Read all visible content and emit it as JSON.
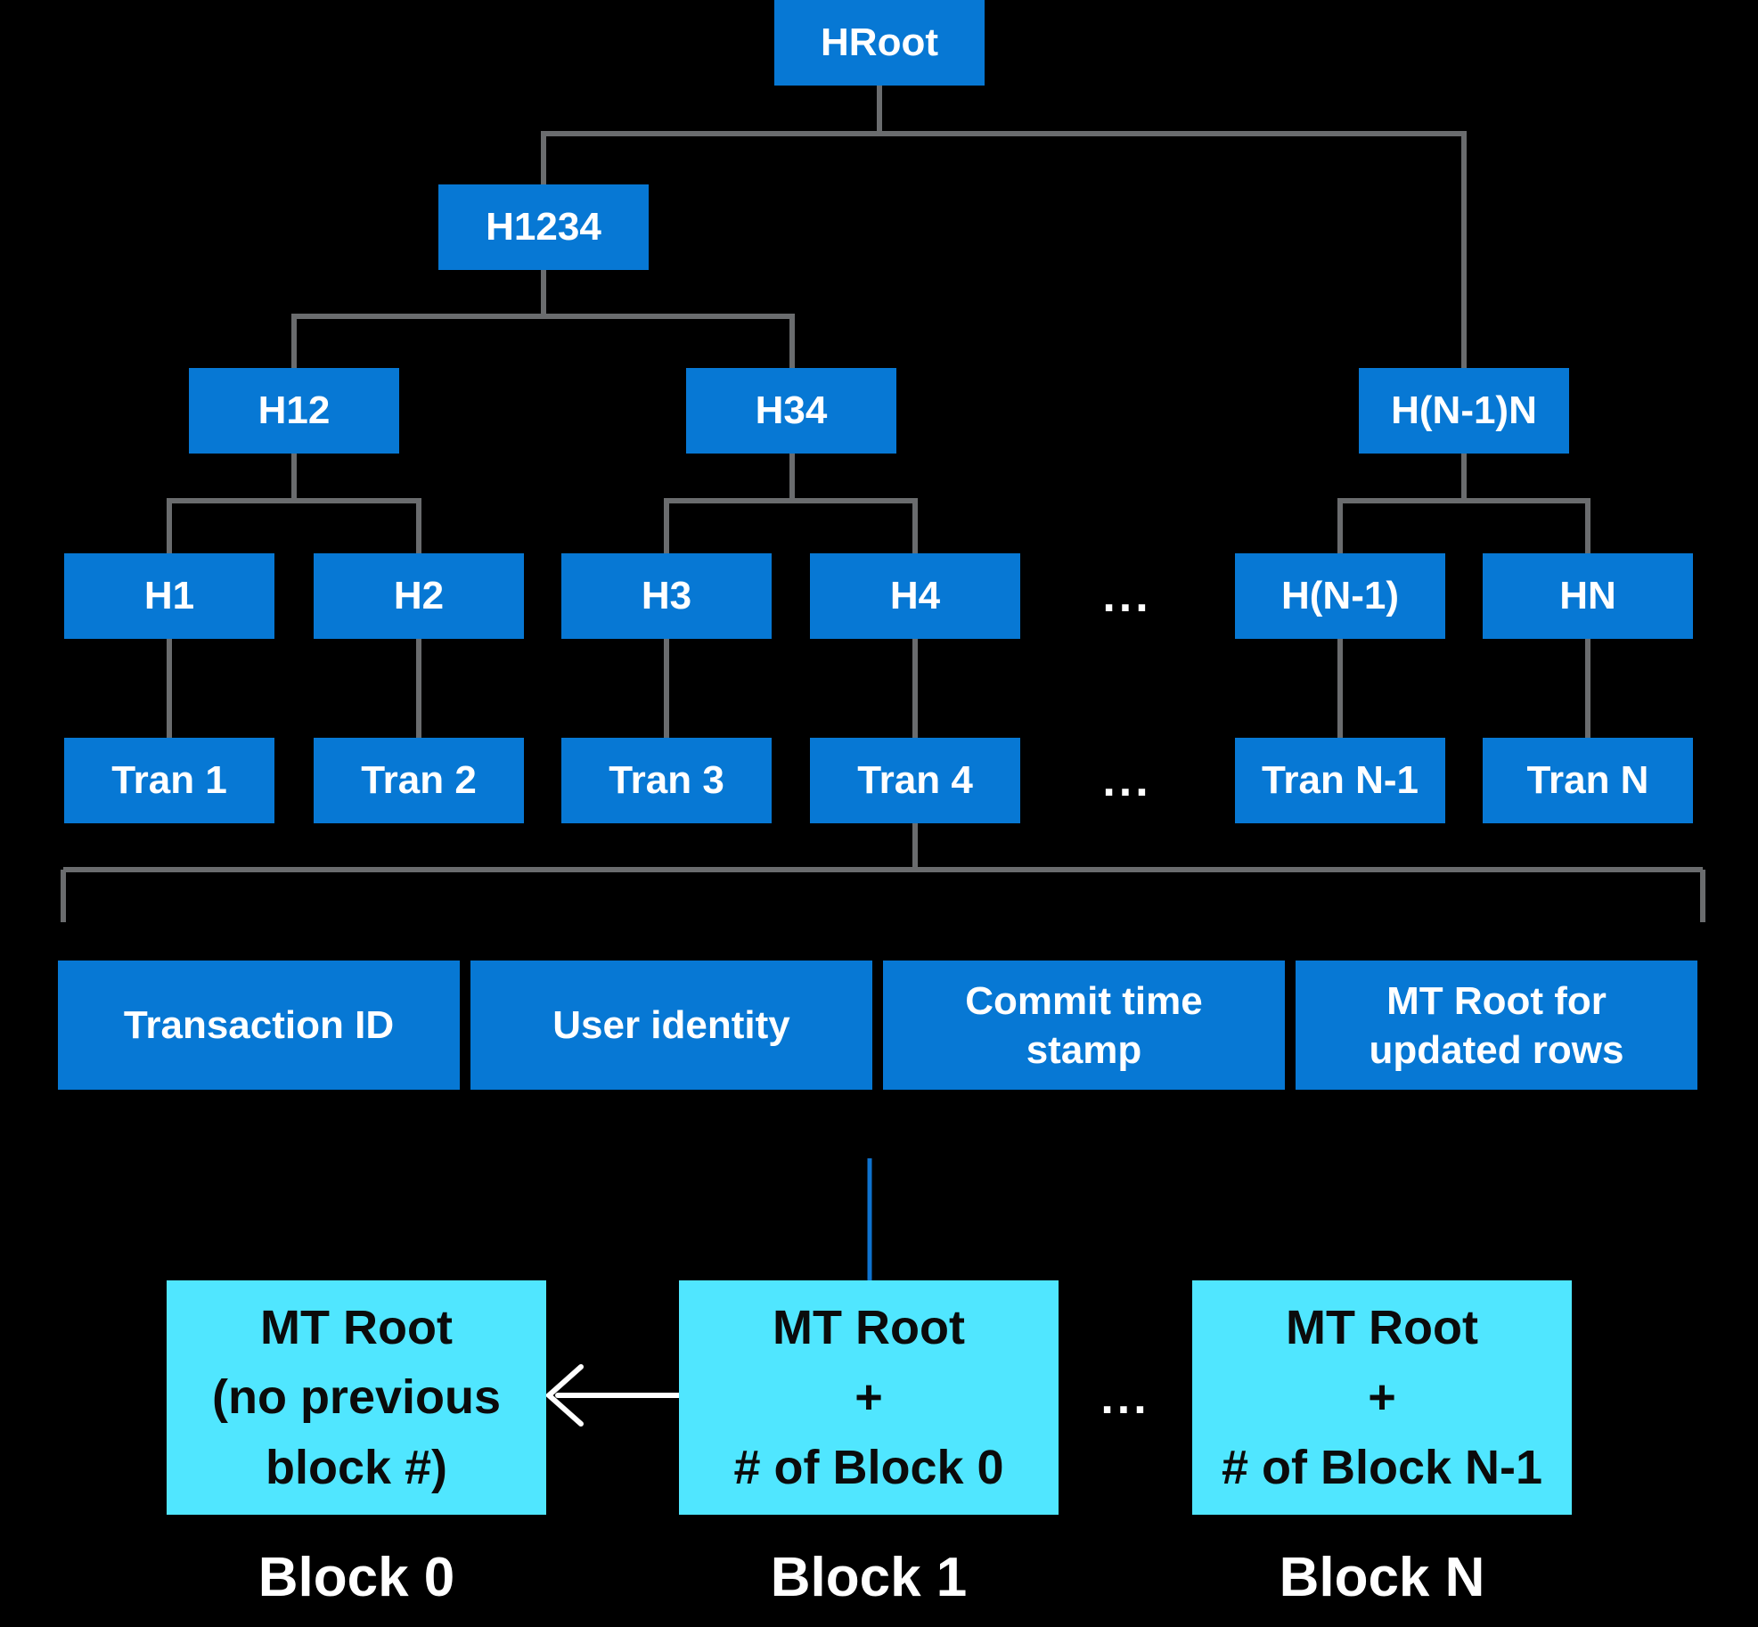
{
  "tree": {
    "root": "HRoot",
    "level2": [
      "H1234"
    ],
    "level3": [
      "H12",
      "H34",
      "H(N-1)N"
    ],
    "level4": [
      "H1",
      "H2",
      "H3",
      "H4",
      "H(N-1)",
      "HN"
    ],
    "transactions": [
      "Tran 1",
      "Tran 2",
      "Tran 3",
      "Tran 4",
      "Tran N-1",
      "Tran N"
    ],
    "ellipsis": "..."
  },
  "transaction_detail": {
    "fields": [
      {
        "lines": [
          "Transaction ID"
        ]
      },
      {
        "lines": [
          "User identity"
        ]
      },
      {
        "lines": [
          "Commit time",
          "stamp"
        ]
      },
      {
        "lines": [
          "MT Root for",
          "updated rows"
        ]
      }
    ]
  },
  "blocks": [
    {
      "lines": [
        "MT Root",
        "(no previous",
        "block #)"
      ],
      "label": "Block 0"
    },
    {
      "lines": [
        "MT Root",
        "+",
        "# of Block 0"
      ],
      "label": "Block 1"
    },
    {
      "lines": [
        "MT Root",
        "+",
        "# of Block N-1"
      ],
      "label": "Block N"
    }
  ],
  "blocks_ellipsis": "...",
  "colors": {
    "node_blue": "#0778d4",
    "block_cyan": "#50e6ff",
    "connector_gray": "#6a6c6e",
    "connector_blue": "#0e72ce",
    "arrow_white": "#ffffff",
    "text_on_blue": "#ffffff",
    "text_on_cyan": "#0b0b0b",
    "background": "#000000"
  }
}
